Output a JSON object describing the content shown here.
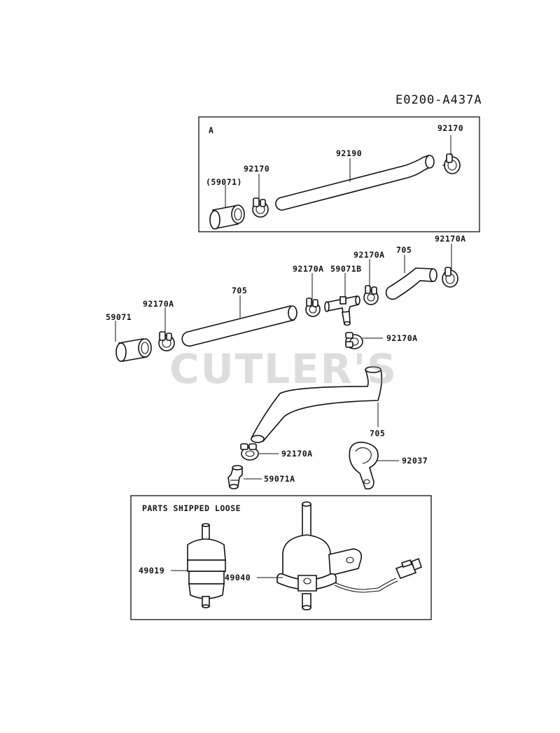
{
  "diagram_code": "E0200-A437A",
  "watermark": "CUTLER'S",
  "box_a": {
    "label": "A"
  },
  "box_loose": {
    "label": "PARTS SHIPPED LOOSE"
  },
  "callouts": {
    "a_92170_right": "92170",
    "a_92190": "92190",
    "a_92170_left": "92170",
    "a_59071_paren": "(59071)",
    "c_92170a_top_right": "92170A",
    "c_705_upper_right": "705",
    "c_92170a_mid": "92170A",
    "c_92170a_tee": "92170A",
    "c_59071b": "59071B",
    "c_705_left": "705",
    "c_92170a_left": "92170A",
    "c_59071": "59071",
    "c_92170a_drop": "92170A",
    "c_705_bent": "705",
    "c_92170a_low": "92170A",
    "c_92037": "92037",
    "c_59071a": "59071A",
    "l_49019": "49019",
    "l_49040": "49040"
  }
}
